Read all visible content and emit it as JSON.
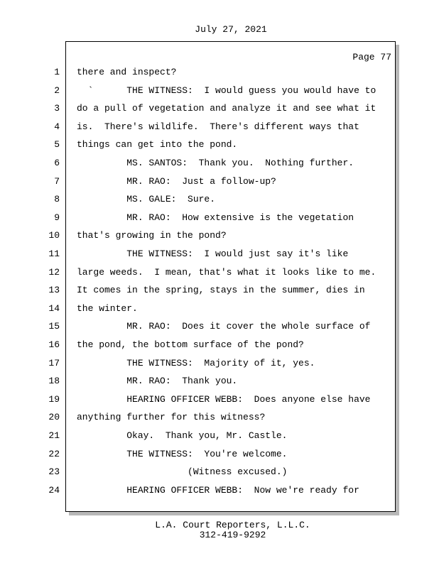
{
  "header": {
    "date": "July 27, 2021"
  },
  "page_label": "Page 77",
  "lines": [
    "there and inspect?",
    "  `      THE WITNESS:  I would guess you would have to",
    "do a pull of vegetation and analyze it and see what it",
    "is.  There's wildlife.  There's different ways that",
    "things can get into the pond.",
    "         MS. SANTOS:  Thank you.  Nothing further.",
    "         MR. RAO:  Just a follow-up?",
    "         MS. GALE:  Sure.",
    "         MR. RAO:  How extensive is the vegetation",
    "that's growing in the pond?",
    "         THE WITNESS:  I would just say it's like",
    "large weeds.  I mean, that's what it looks like to me.",
    "It comes in the spring, stays in the summer, dies in",
    "the winter.",
    "         MR. RAO:  Does it cover the whole surface of",
    "the pond, the bottom surface of the pond?",
    "         THE WITNESS:  Majority of it, yes.",
    "         MR. RAO:  Thank you.",
    "         HEARING OFFICER WEBB:  Does anyone else have",
    "anything further for this witness?",
    "         Okay.  Thank you, Mr. Castle.",
    "         THE WITNESS:  You're welcome.",
    "                    (Witness excused.)",
    "         HEARING OFFICER WEBB:  Now we're ready for"
  ],
  "footer": {
    "company": "L.A. Court Reporters, L.L.C.",
    "phone": "312-419-9292"
  }
}
